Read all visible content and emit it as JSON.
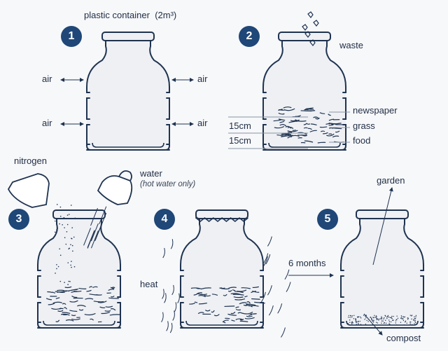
{
  "title": "plastic container",
  "volume": "(2m³)",
  "steps": [
    "1",
    "2",
    "3",
    "4",
    "5"
  ],
  "step1": {
    "air_labels": [
      "air",
      "air",
      "air",
      "air"
    ]
  },
  "step2": {
    "waste": "waste",
    "layers": [
      "newspaper",
      "grass",
      "food"
    ],
    "depths": [
      "15cm",
      "15cm"
    ]
  },
  "step3": {
    "nitrogen": "nitrogen",
    "water": "water",
    "water_note": "(hot water only)"
  },
  "step4": {
    "heat": "heat",
    "duration": "6 months"
  },
  "step5": {
    "garden": "garden",
    "compost": "compost"
  },
  "colors": {
    "ink": "#1f3350",
    "badge": "#1f4778",
    "jar_fill": "#eef0f4"
  }
}
